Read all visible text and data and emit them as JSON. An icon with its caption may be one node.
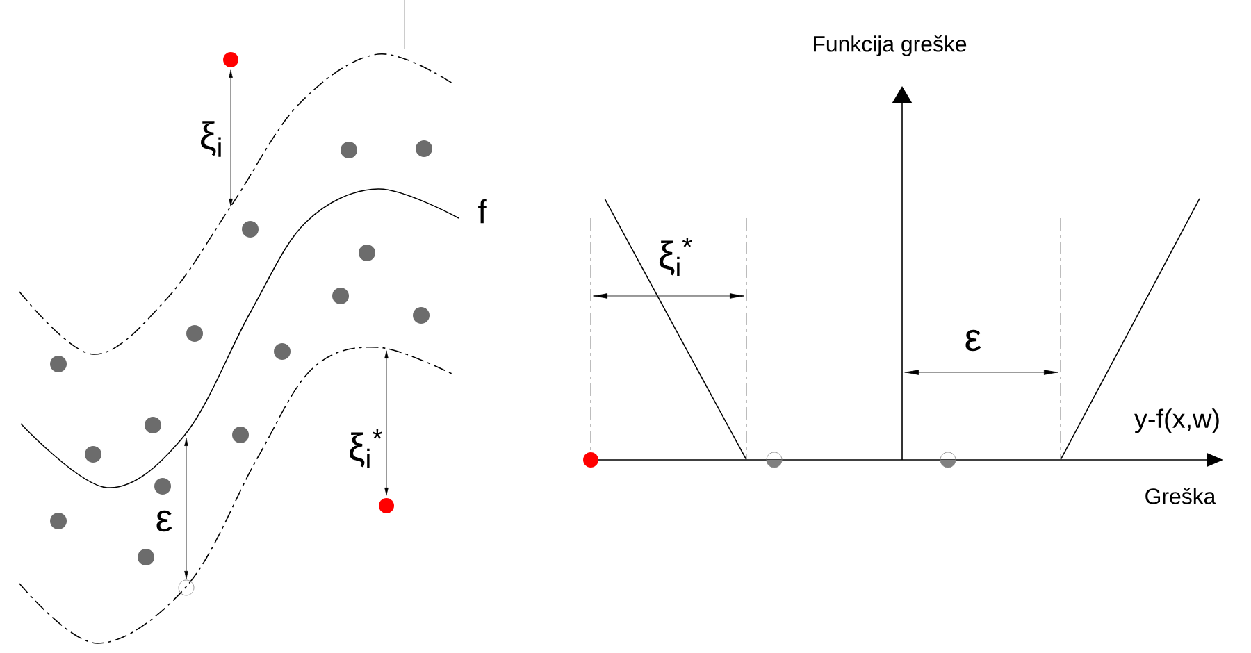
{
  "diagram": {
    "labels": [
      "ξ$_{i}$",
      "f",
      "ξ$_{i}$$^{*}$",
      "ε",
      "Funkcija greške",
      "ξ$_{i}$$^{*}$",
      "ε",
      "y-f(x,w)",
      "Greška"
    ]
  }
}
